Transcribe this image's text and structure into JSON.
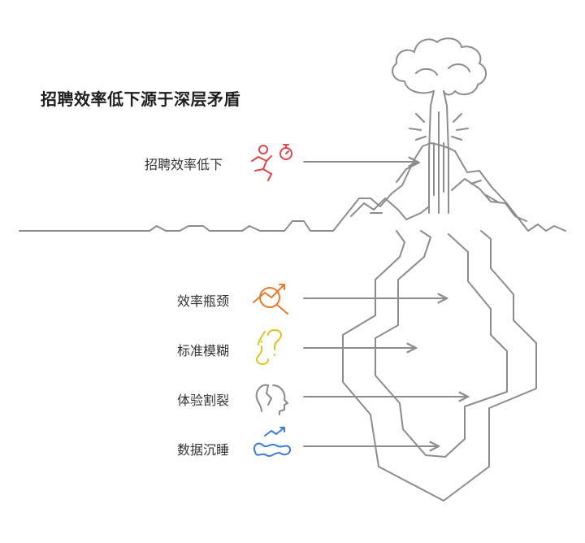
{
  "title": "招聘效率低下源于深层矛盾",
  "tip": {
    "label": "招聘效率低下",
    "icon": "running-person-stopwatch-icon",
    "color": "#e0454a"
  },
  "causes": [
    {
      "label": "效率瓶颈",
      "icon": "chart-magnifier-icon",
      "color": "#e87a2a"
    },
    {
      "label": "标准模糊",
      "icon": "question-marks-icon",
      "color": "#e3c21f"
    },
    {
      "label": "体验割裂",
      "icon": "head-profile-icon",
      "color": "#8a8a8a"
    },
    {
      "label": "数据沉睡",
      "icon": "data-trend-icon",
      "color": "#3d7bd9"
    }
  ]
}
